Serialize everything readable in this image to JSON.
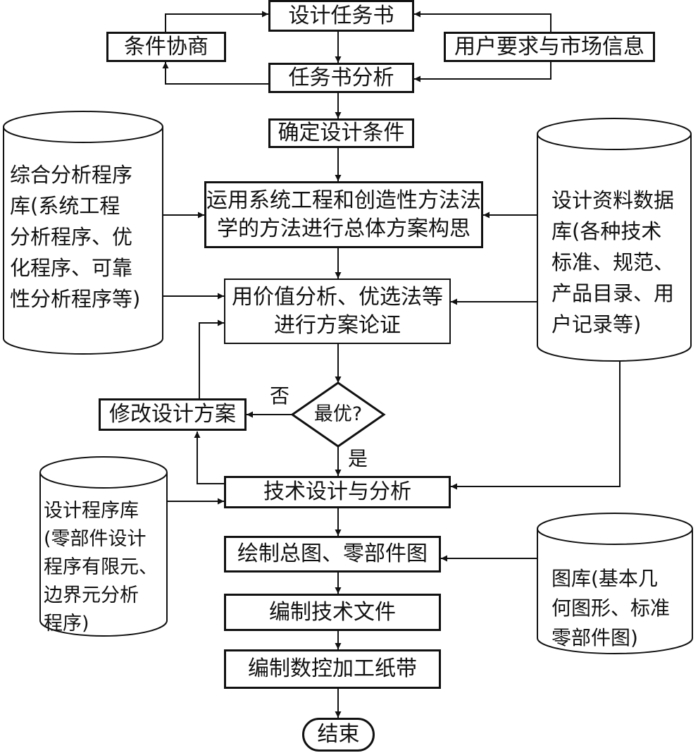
{
  "flow": {
    "task_book": "设计任务书",
    "condition_negotiation": "条件协商",
    "user_requirements": "用户要求与市场信息",
    "task_analysis": "任务书分析",
    "design_conditions": "确定设计条件",
    "concept": [
      "运用系统工程和创造性方法法",
      "学的方法进行总体方案构思"
    ],
    "evaluation": [
      "用价值分析、优选法等",
      "进行方案论证"
    ],
    "decision": "最优?",
    "no_label": "否",
    "yes_label": "是",
    "modify": "修改设计方案",
    "tech_design": "技术设计与分析",
    "drawing": "绘制总图、零部件图",
    "documents": "编制技术文件",
    "nc_tape": "编制数控加工纸带",
    "end": "结束"
  },
  "databases": {
    "analysis_lib": [
      "综合分析程序",
      "库(系统工程",
      "分析程序、优",
      "化程序、可靠",
      "性分析程序等)"
    ],
    "design_data": [
      "设计资料数据",
      "库(各种技术",
      "标准、规范、",
      "产品目录、用",
      "户记录等)"
    ],
    "design_program": [
      "设计程序库",
      "(零部件设计",
      "程序有限元、",
      "边界元分析",
      "程序)"
    ],
    "drawing_lib": [
      "图库(基本几",
      "何图形、标准",
      "零部件图)"
    ]
  },
  "colors": {
    "stroke": "#111111",
    "fill": "#ffffff"
  }
}
